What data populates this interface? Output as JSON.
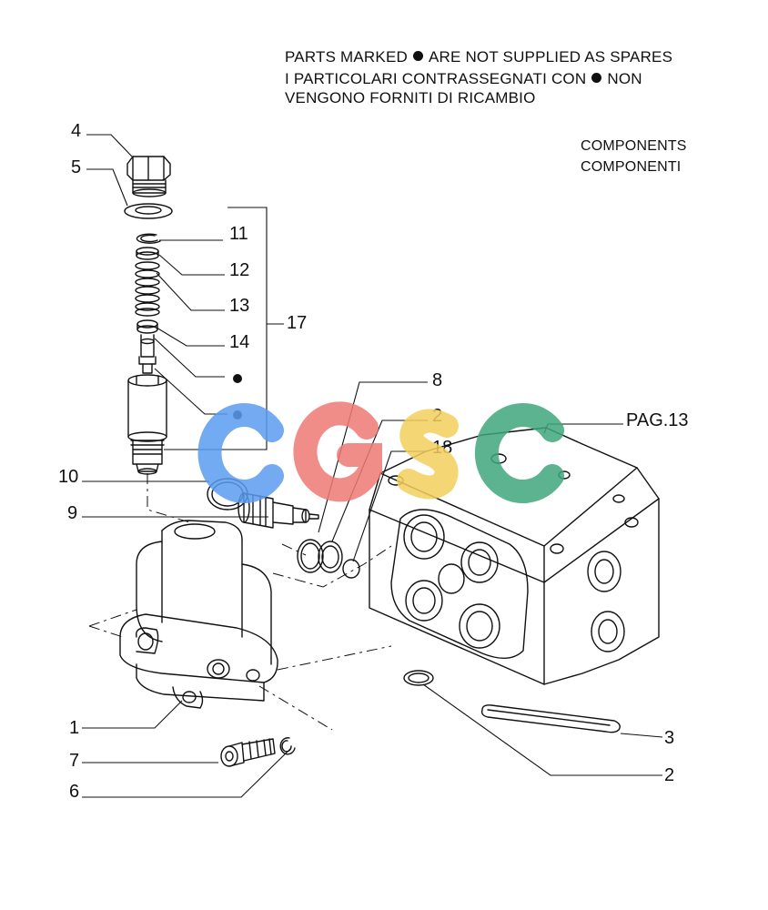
{
  "notes": {
    "line1_prefix": "PARTS MARKED",
    "line1_suffix": "ARE NOT SUPPLIED AS SPARES",
    "line2_prefix": "I PARTICOLARI CONTRASSEGNATI CON",
    "line2_suffix": "NON",
    "line3": "VENGONO FORNITI DI RICAMBIO"
  },
  "components": {
    "en": "COMPONENTS",
    "it": "COMPONENTI"
  },
  "callouts": {
    "c4": "4",
    "c5": "5",
    "c11": "11",
    "c12": "12",
    "c13": "13",
    "c14": "14",
    "c17": "17",
    "c10": "10",
    "c9": "9",
    "c8": "8",
    "c2a": "2",
    "c18": "18",
    "page_ref": "PAG.13",
    "c1": "1",
    "c7": "7",
    "c6": "6",
    "c3": "3",
    "c2b": "2"
  },
  "watermark": {
    "letters": [
      "C",
      "G",
      "S",
      "C"
    ],
    "colors": [
      "#5b9cf0",
      "#ef7a74",
      "#f4cf5c",
      "#3fa67c"
    ]
  }
}
